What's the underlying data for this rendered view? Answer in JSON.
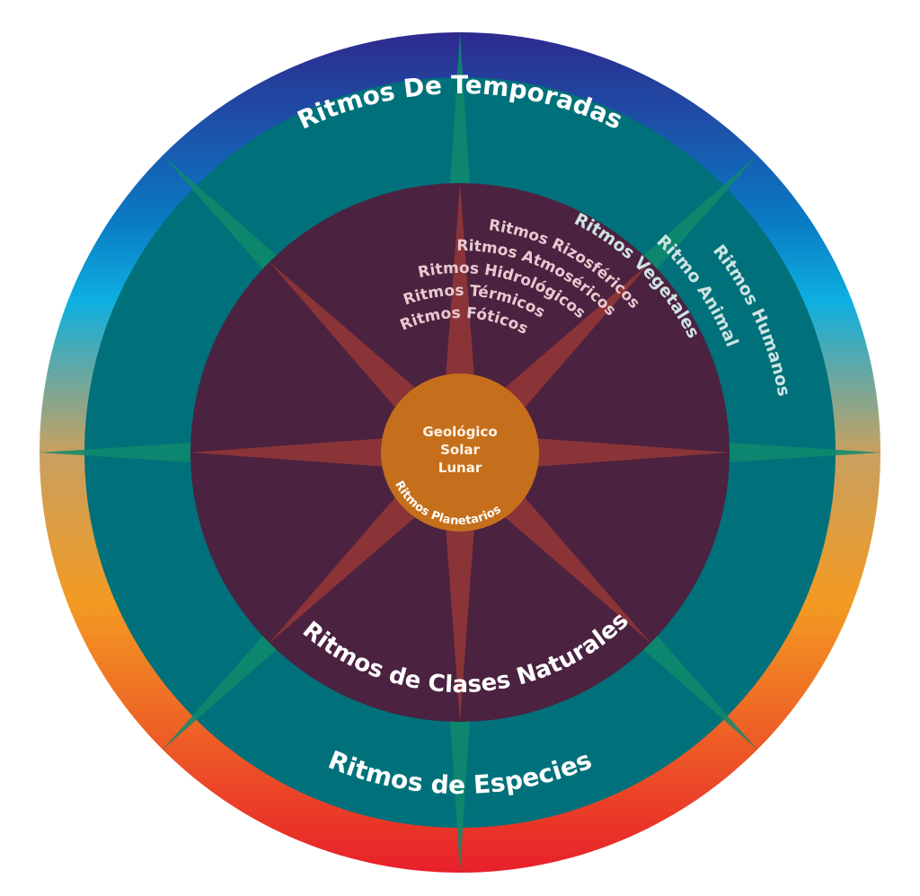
{
  "outer_ring": {
    "top_label": "Ritmos De Temporadas",
    "bottom_label": "Ritmos de Especies"
  },
  "teal_ring": {
    "labels": [
      "Ritmos Humanos",
      "Ritmo Animal",
      "Ritmos Vegetales"
    ]
  },
  "inner_disc": {
    "labels": [
      "Ritmos Rizosféricos",
      "Ritmos Atmoséricos",
      "Ritmos Hidrológicos",
      "Ritmos Térmicos",
      "Ritmos Fóticos"
    ],
    "bottom_label": "Ritmos de Clases Naturales"
  },
  "core": {
    "lines": [
      "Geológico",
      "Solar",
      "Lunar"
    ],
    "arc_label": "Ritmos Planetarios"
  },
  "colors": {
    "outer_gradient": [
      "#2e2a8e",
      "#0a78c3",
      "#0db0e0",
      "#c8a060",
      "#f39a22",
      "#e8202a"
    ],
    "teal": "#00717a",
    "inner": "#4b2240",
    "rays": "#8a3438",
    "core": "#c56f1c"
  }
}
